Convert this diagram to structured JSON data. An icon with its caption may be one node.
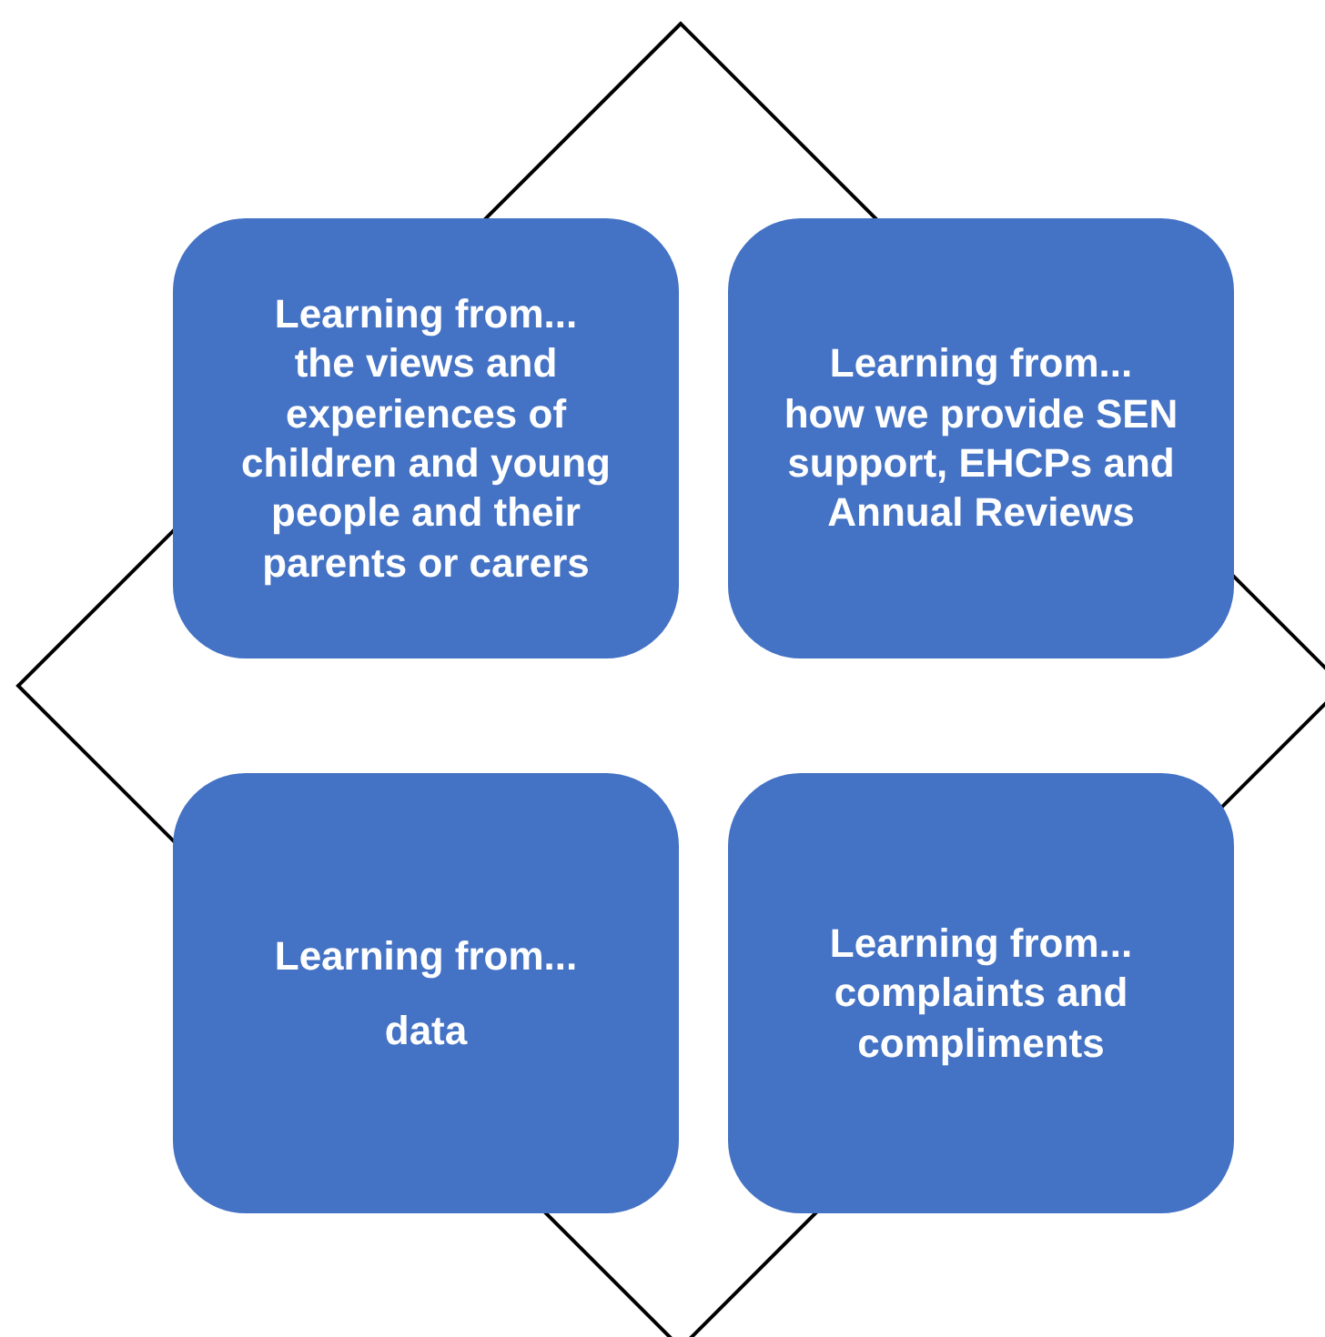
{
  "diagram": {
    "nodes": [
      {
        "text": [
          "Learning from...",
          "the views and experiences of children and young people and their parents or carers"
        ]
      },
      {
        "text": [
          "Learning from...",
          "how we provide SEN support, EHCPs and Annual Reviews"
        ]
      },
      {
        "text": [
          "Learning from...",
          "data"
        ]
      },
      {
        "text": [
          "Learning from...",
          "complaints and compliments"
        ]
      }
    ],
    "edges": []
  }
}
